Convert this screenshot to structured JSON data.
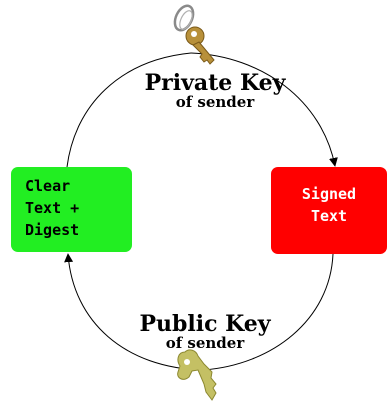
{
  "nodes": {
    "clear_text": {
      "lines": [
        "Clear",
        "Text +",
        "Digest"
      ],
      "color": "#22ee22"
    },
    "signed_text": {
      "lines": [
        "Signed",
        "Text"
      ],
      "color": "#ff0000"
    }
  },
  "edges": {
    "private_key": {
      "title": "Private Key",
      "subtitle": "of sender",
      "icon": "key-icon"
    },
    "public_key": {
      "title": "Public Key",
      "subtitle": "of sender",
      "icon": "key-icon"
    }
  },
  "colors": {
    "private_key_icon": "#b8903a",
    "public_key_icon": "#c4c064",
    "key_ring": "#8a8a8a"
  }
}
